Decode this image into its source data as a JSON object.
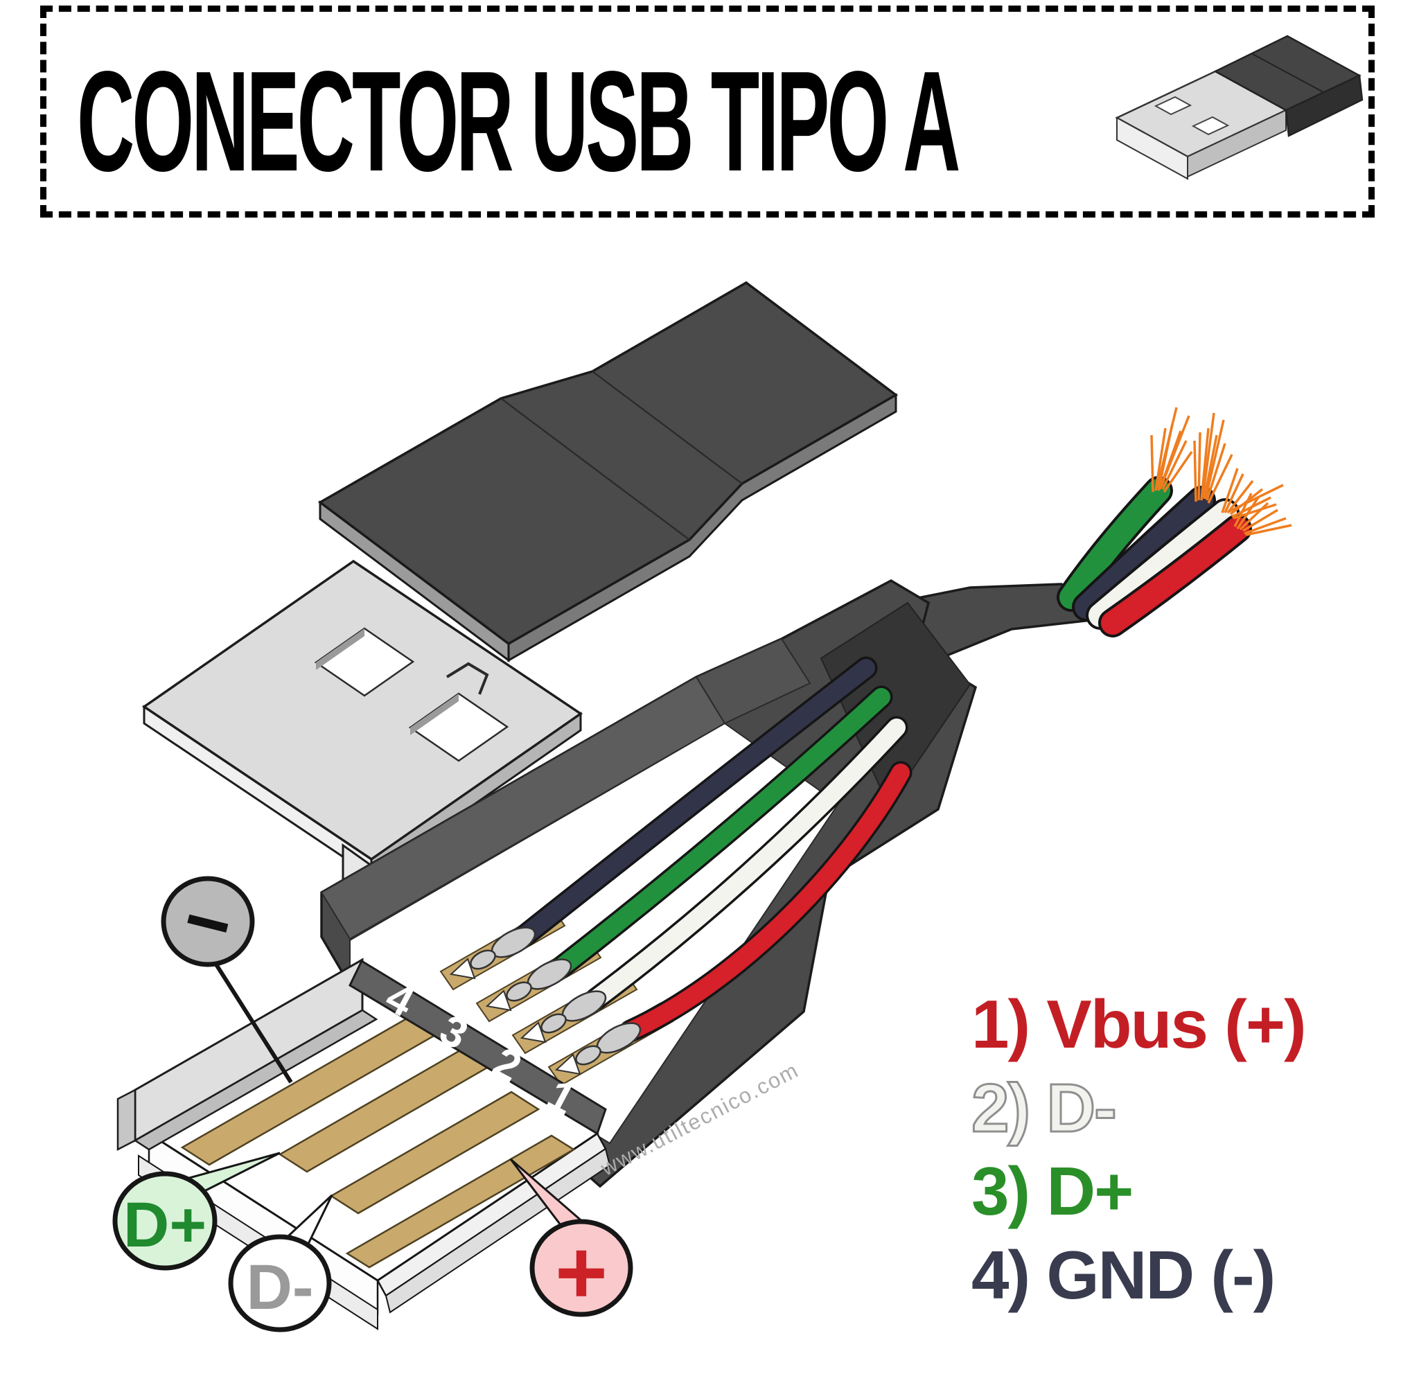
{
  "header": {
    "title": "CONECTOR USB TIPO A"
  },
  "watermark": "www.utiltecnico.com",
  "pins": {
    "numbers": [
      "4",
      "3",
      "2",
      "1"
    ]
  },
  "callouts": {
    "gnd": {
      "symbol": "−",
      "fill": "#b9b9b9",
      "text_color": "#111111"
    },
    "dplus": {
      "label": "D+",
      "fill": "#d9f3d9",
      "text_color": "#1f8a2e"
    },
    "dminus": {
      "label": "D-",
      "fill": "#ffffff",
      "text_color": "#9a9a9a"
    },
    "vbus": {
      "symbol": "+",
      "fill": "#f9c9cb",
      "text_color": "#cc2127"
    }
  },
  "legend": {
    "items": [
      {
        "label": "1) Vbus (+)",
        "color": "#c41e25"
      },
      {
        "label": "2) D-",
        "color": "#f2f2ee"
      },
      {
        "label": "3) D+",
        "color": "#2a8f28"
      },
      {
        "label": "4) GND (-)",
        "color": "#393b4f"
      }
    ]
  },
  "colors": {
    "housing": "#4a4a4a",
    "cover": "#4b4b4b",
    "metal_shell": "#dcdcdc",
    "pin_gold": "#c9aa6c",
    "wire_black": "#32344a",
    "wire_green": "#22913d",
    "wire_white": "#f4f4ef",
    "wire_red": "#d6202a",
    "copper_strands": "#ef7d1f"
  }
}
